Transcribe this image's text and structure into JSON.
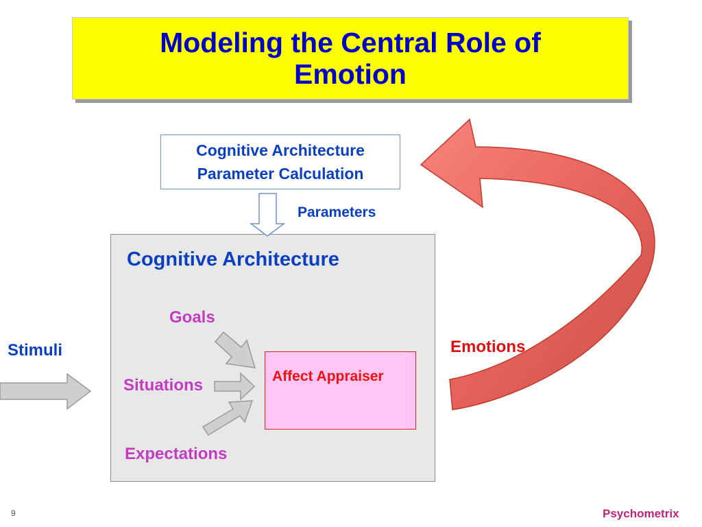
{
  "slide": {
    "title": "Modeling the Central Role of\nEmotion",
    "param_box_text": "Cognitive Architecture\nParameter Calculation",
    "parameters_label": "Parameters",
    "cog_arch_title": "Cognitive Architecture",
    "goals_label": "Goals",
    "situations_label": "Situations",
    "expectations_label": "Expectations",
    "appraiser_label": "Affect Appraiser",
    "stimuli_label": "Stimuli",
    "emotions_label": "Emotions",
    "slide_number": "9",
    "brand": "Psychometrix"
  },
  "colors": {
    "title_bg": "#ffff00",
    "title_text": "#0000cc",
    "blue_text": "#0a3fbf",
    "pink_text": "#c23cc2",
    "red_text": "#ee1111",
    "appraiser_bg": "#ffc6f5",
    "emotion_arrow": "#e8665f",
    "gray_arrow": "#d0d0d0"
  }
}
